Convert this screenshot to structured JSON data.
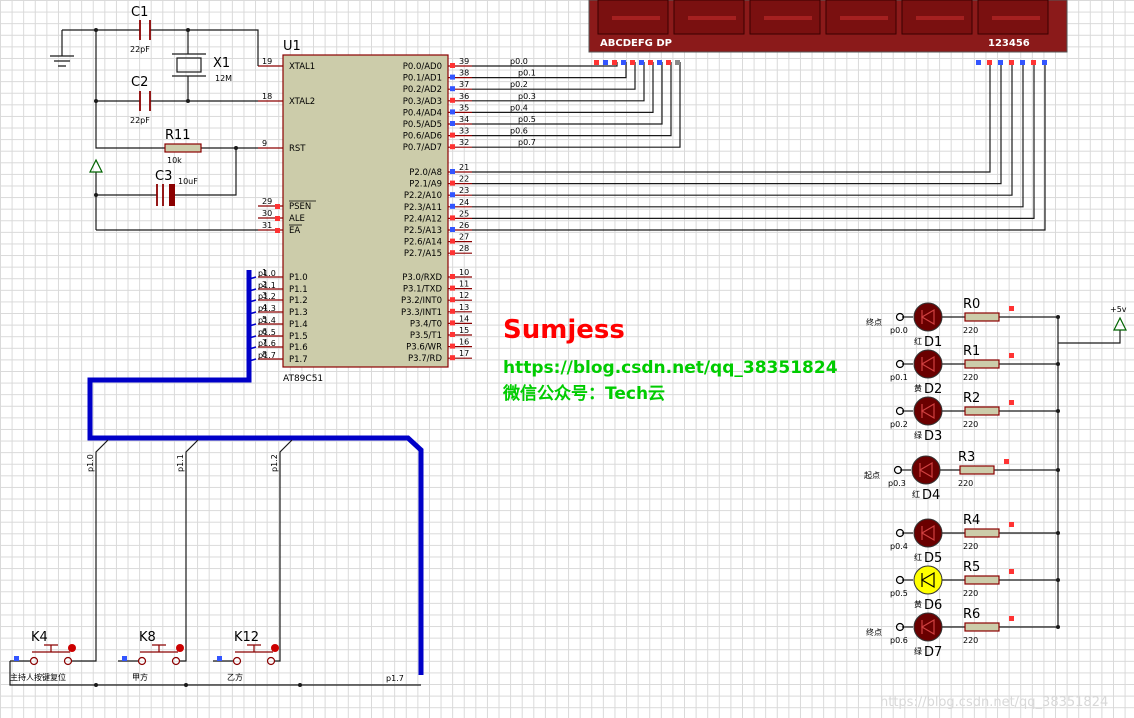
{
  "mcu": {
    "ref": "U1",
    "part": "AT89C51",
    "left_pins": [
      {
        "num": "19",
        "name": "XTAL1"
      },
      {
        "num": "18",
        "name": "XTAL2"
      },
      {
        "num": "9",
        "name": "RST"
      },
      {
        "num": "29",
        "name": "PSEN"
      },
      {
        "num": "30",
        "name": "ALE"
      },
      {
        "num": "31",
        "name": "EA"
      },
      {
        "num": "1",
        "name": "P1.0"
      },
      {
        "num": "2",
        "name": "P1.1"
      },
      {
        "num": "3",
        "name": "P1.2"
      },
      {
        "num": "4",
        "name": "P1.3"
      },
      {
        "num": "5",
        "name": "P1.4"
      },
      {
        "num": "6",
        "name": "P1.5"
      },
      {
        "num": "7",
        "name": "P1.6"
      },
      {
        "num": "8",
        "name": "P1.7"
      }
    ],
    "p1_net_labels": [
      "p1.0",
      "p1.1",
      "p1.2",
      "p1.3",
      "p1.4",
      "p1.5",
      "p1.6",
      "p1.7"
    ],
    "right_pins": [
      {
        "num": "39",
        "name": "P0.0/AD0"
      },
      {
        "num": "38",
        "name": "P0.1/AD1"
      },
      {
        "num": "37",
        "name": "P0.2/AD2"
      },
      {
        "num": "36",
        "name": "P0.3/AD3"
      },
      {
        "num": "35",
        "name": "P0.4/AD4"
      },
      {
        "num": "34",
        "name": "P0.5/AD5"
      },
      {
        "num": "33",
        "name": "P0.6/AD6"
      },
      {
        "num": "32",
        "name": "P0.7/AD7"
      },
      {
        "num": "21",
        "name": "P2.0/A8"
      },
      {
        "num": "22",
        "name": "P2.1/A9"
      },
      {
        "num": "23",
        "name": "P2.2/A10"
      },
      {
        "num": "24",
        "name": "P2.3/A11"
      },
      {
        "num": "25",
        "name": "P2.4/A12"
      },
      {
        "num": "26",
        "name": "P2.5/A13"
      },
      {
        "num": "27",
        "name": "P2.6/A14"
      },
      {
        "num": "28",
        "name": "P2.7/A15"
      },
      {
        "num": "10",
        "name": "P3.0/RXD"
      },
      {
        "num": "11",
        "name": "P3.1/TXD"
      },
      {
        "num": "12",
        "name": "P3.2/INT0"
      },
      {
        "num": "13",
        "name": "P3.3/INT1"
      },
      {
        "num": "14",
        "name": "P3.4/T0"
      },
      {
        "num": "15",
        "name": "P3.5/T1"
      },
      {
        "num": "16",
        "name": "P3.6/WR"
      },
      {
        "num": "17",
        "name": "P3.7/RD"
      }
    ],
    "p0_net_labels": [
      "p0.0",
      "p0.1",
      "p0.2",
      "p0.3",
      "p0.4",
      "p0.5",
      "p0.6",
      "p0.7"
    ]
  },
  "components": {
    "c1": {
      "ref": "C1",
      "value": "22pF"
    },
    "c2": {
      "ref": "C2",
      "value": "22pF"
    },
    "x1": {
      "ref": "X1",
      "value": "12M"
    },
    "r11": {
      "ref": "R11",
      "value": "10k"
    },
    "c3": {
      "ref": "C3",
      "value": "10uF"
    }
  },
  "display": {
    "segment_labels": "ABCDEFG DP",
    "digit_labels": "123456",
    "digit_count": 6
  },
  "leds": [
    {
      "ref": "D1",
      "res_ref": "R0",
      "res_val": "220",
      "net": "p0.0",
      "color_label": "红",
      "note": "终点",
      "lit": false
    },
    {
      "ref": "D2",
      "res_ref": "R1",
      "res_val": "220",
      "net": "p0.1",
      "color_label": "黄",
      "note": "",
      "lit": false
    },
    {
      "ref": "D3",
      "res_ref": "R2",
      "res_val": "220",
      "net": "p0.2",
      "color_label": "绿",
      "note": "",
      "lit": false
    },
    {
      "ref": "D4",
      "res_ref": "R3",
      "res_val": "220",
      "net": "p0.3",
      "color_label": "红",
      "note": "起点",
      "lit": false
    },
    {
      "ref": "D5",
      "res_ref": "R4",
      "res_val": "220",
      "net": "p0.4",
      "color_label": "红",
      "note": "",
      "lit": false
    },
    {
      "ref": "D6",
      "res_ref": "R5",
      "res_val": "220",
      "net": "p0.5",
      "color_label": "黄",
      "note": "",
      "lit": true
    },
    {
      "ref": "D7",
      "res_ref": "R6",
      "res_val": "220",
      "net": "p0.6",
      "color_label": "绿",
      "note": "终点",
      "lit": false
    }
  ],
  "power_label": "+5v",
  "buttons": [
    {
      "ref": "K4",
      "label": "主持人按键复位"
    },
    {
      "ref": "K8",
      "label": "甲方"
    },
    {
      "ref": "K12",
      "label": "乙方"
    }
  ],
  "bus": {
    "branch_labels": [
      "p1.0",
      "p1.1",
      "p1.2"
    ],
    "end_label": "p1.7"
  },
  "annotations": {
    "author": "Sumjess",
    "url": "https://blog.csdn.net/qq_38351824",
    "wechat": "微信公众号：Tech云",
    "watermark": "https://blog.csdn.net/qq_38351824"
  },
  "colors": {
    "wire": "#1a1a1a",
    "component": "#8b0000",
    "chip_body": "#ccccaa",
    "bus": "#0000c8",
    "display_body": "#8b1a1a",
    "led_off": "#6a0000",
    "led_on": "#ffff00",
    "author": "#ff0000",
    "link": "#00cc00",
    "pin_red": "#ff3333",
    "pin_blue": "#3355ff"
  }
}
